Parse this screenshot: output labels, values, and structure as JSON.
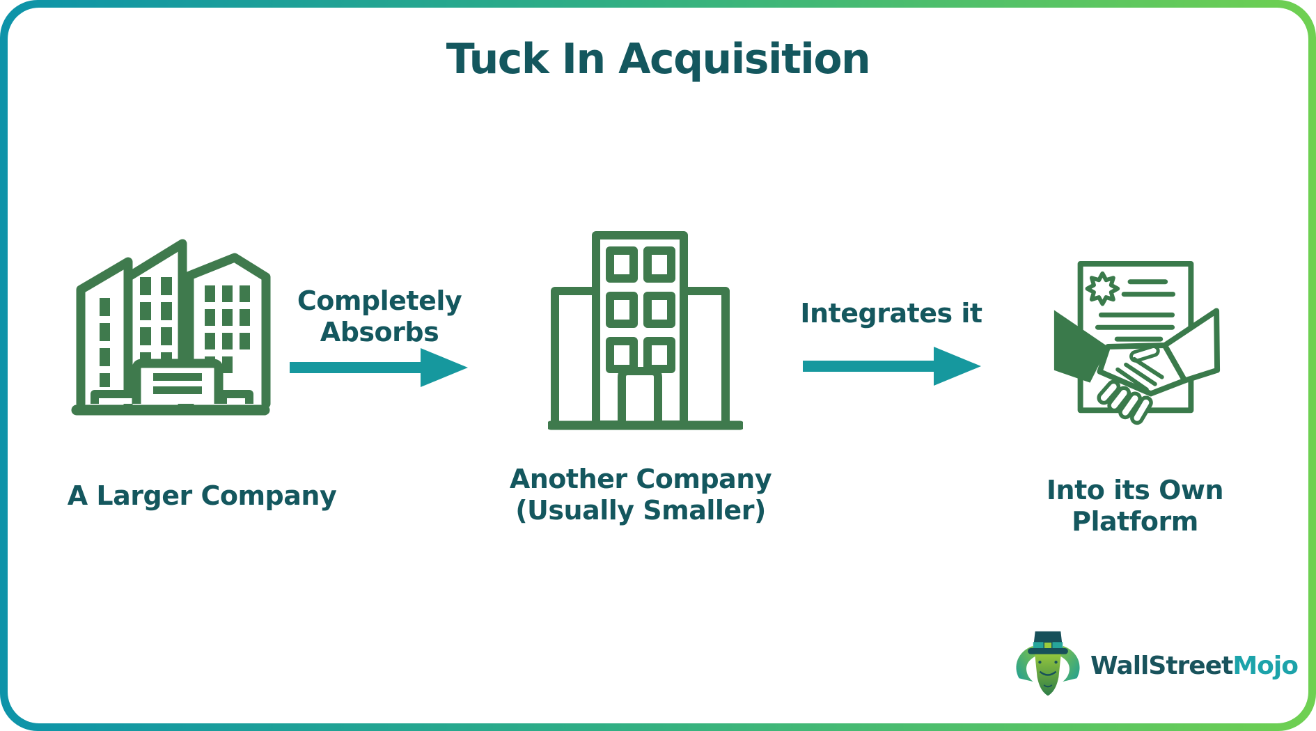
{
  "title": "Tuck In Acquisition",
  "flow": {
    "steps": [
      {
        "name": "larger-company",
        "icon": "city-buildings-icon",
        "line1": "A Larger Company",
        "line2": ""
      },
      {
        "name": "another-company",
        "icon": "office-building-icon",
        "line1": "Another Company",
        "line2": "(Usually Smaller)"
      },
      {
        "name": "own-platform",
        "icon": "handshake-contract-icon",
        "line1": "Into its Own",
        "line2": "Platform"
      }
    ],
    "arrows": [
      {
        "line1": "Completely",
        "line2": "Absorbs"
      },
      {
        "line1": "Integrates it",
        "line2": ""
      }
    ]
  },
  "logo": {
    "icon": "bull-mascot-icon",
    "brand_primary": "WallStreet",
    "brand_accent": "Mojo"
  },
  "colors": {
    "heading_text": "#14575E",
    "label_text": "#14575E",
    "icon_green": "#3F7A4D",
    "arrow_teal": "#16989E",
    "border_gradient_start": "#0D93A9",
    "border_gradient_end": "#6FD051",
    "logo_primary": "#19535C",
    "logo_accent": "#1CA3AA"
  }
}
